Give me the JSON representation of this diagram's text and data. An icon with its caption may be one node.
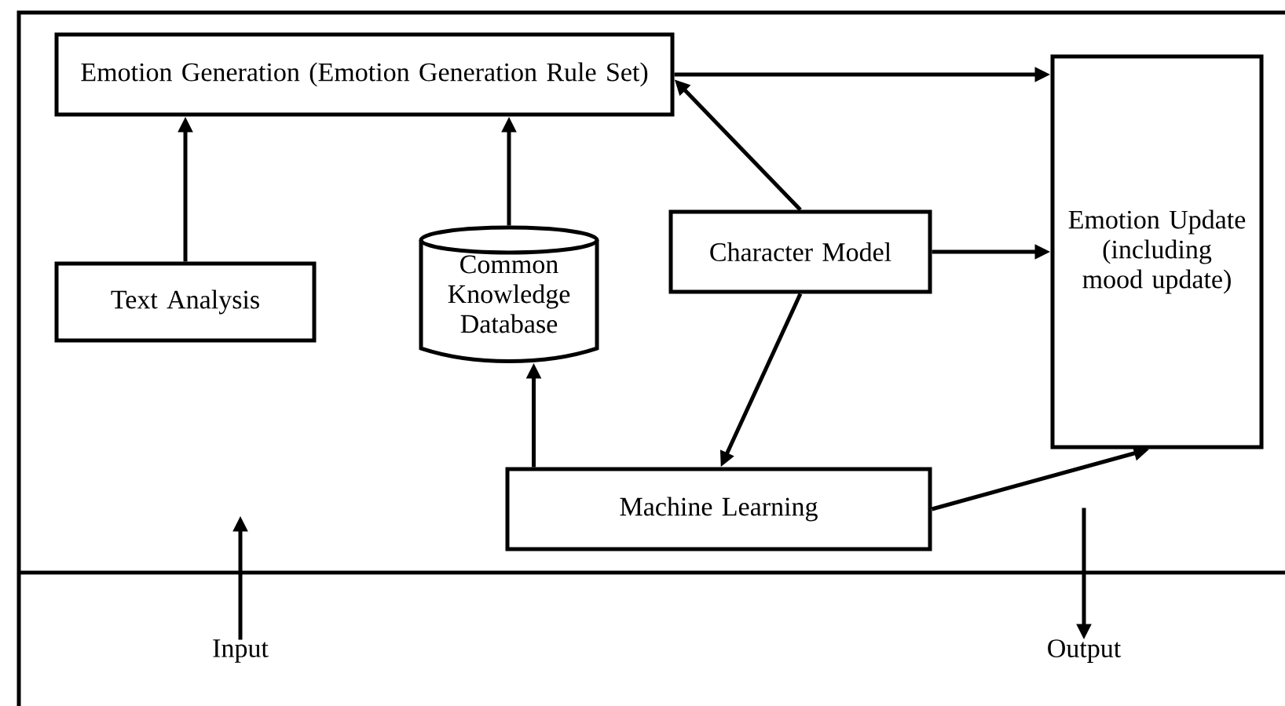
{
  "diagram": {
    "nodes": [
      {
        "text": [
          "Emotion Generation (Emotion Generation Rule Set)"
        ]
      },
      {
        "text": [
          "Text Analysis"
        ]
      },
      {
        "text": [
          "Common Knowledge Database"
        ]
      },
      {
        "text": [
          "Character Model"
        ]
      },
      {
        "text": [
          "Emotion Update (including mood update)"
        ]
      },
      {
        "text": [
          "Machine Learning"
        ]
      },
      {
        "text": [
          "Input"
        ]
      },
      {
        "text": [
          "Output"
        ]
      }
    ],
    "edges": [
      {
        "from": 1,
        "to": 0,
        "arrow": "to"
      },
      {
        "from": 2,
        "to": 0,
        "arrow": "to"
      },
      {
        "from": 3,
        "to": 0,
        "arrow": "to"
      },
      {
        "from": 0,
        "to": 4,
        "arrow": "to"
      },
      {
        "from": 3,
        "to": 4,
        "arrow": "to"
      },
      {
        "from": 3,
        "to": 5,
        "arrow": "to"
      },
      {
        "from": 5,
        "to": 2,
        "arrow": "to"
      },
      {
        "from": 5,
        "to": 4,
        "arrow": "to"
      },
      {
        "from": 6,
        "to": null,
        "arrow": "to"
      },
      {
        "from": null,
        "to": 7,
        "arrow": "to"
      }
    ]
  }
}
